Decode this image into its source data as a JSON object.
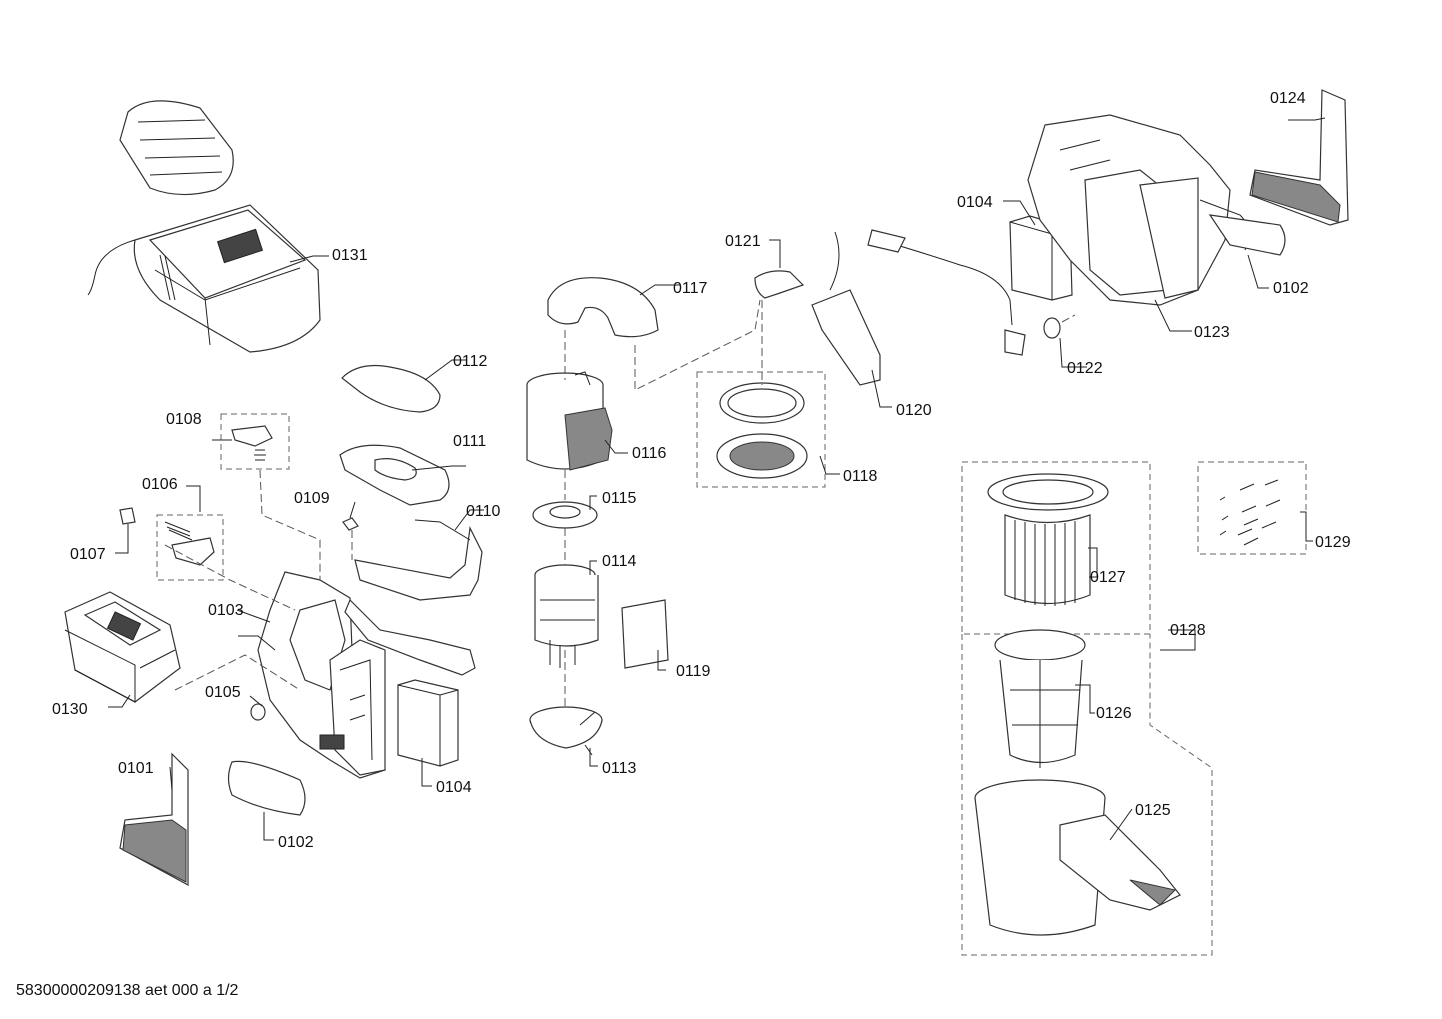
{
  "labels": {
    "p0101": "0101",
    "p0102a": "0102",
    "p0102b": "0102",
    "p0103": "0103",
    "p0104a": "0104",
    "p0104b": "0104",
    "p0105": "0105",
    "p0106": "0106",
    "p0107": "0107",
    "p0108": "0108",
    "p0109": "0109",
    "p0110": "0110",
    "p0111": "0111",
    "p0112": "0112",
    "p0113": "0113",
    "p0114": "0114",
    "p0115": "0115",
    "p0116": "0116",
    "p0117": "0117",
    "p0118": "0118",
    "p0119": "0119",
    "p0120": "0120",
    "p0121": "0121",
    "p0122": "0122",
    "p0123": "0123",
    "p0124": "0124",
    "p0125": "0125",
    "p0126": "0126",
    "p0127": "0127",
    "p0128": "0128",
    "p0129": "0129",
    "p0130": "0130",
    "p0131": "0131"
  },
  "footer": {
    "doc_id": "58300000209138 aet 000 a 1/2"
  }
}
